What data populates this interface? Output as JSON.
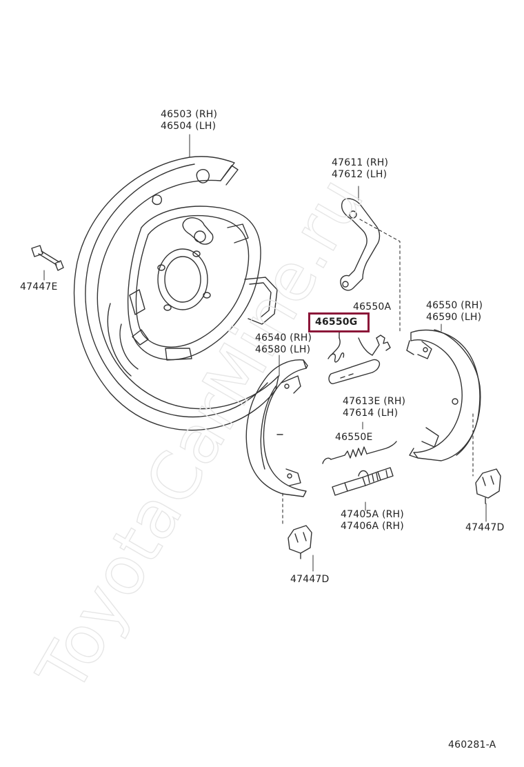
{
  "watermark": "ToyotaCarMine.ru",
  "highlight_color": "#8b1538",
  "diagram_code": "460281-A",
  "labels": {
    "backing_plate": [
      "46503 (RH)",
      "46504 (LH)"
    ],
    "lever": [
      "47611 (RH)",
      "47612 (LH)"
    ],
    "pin": "47447E",
    "spring_a": "46550A",
    "spring_g": "46550G",
    "shoe_right": [
      "46550 (RH)",
      "46590 (LH)"
    ],
    "shoe_left": [
      "46540 (RH)",
      "46580 (LH)"
    ],
    "strut": [
      "47613E (RH)",
      "47614 (LH)"
    ],
    "spring_e": "46550E",
    "adjuster": [
      "47405A (RH)",
      "47406A (RH)"
    ],
    "clip_right": "47447D",
    "clip_left": "47447D"
  }
}
